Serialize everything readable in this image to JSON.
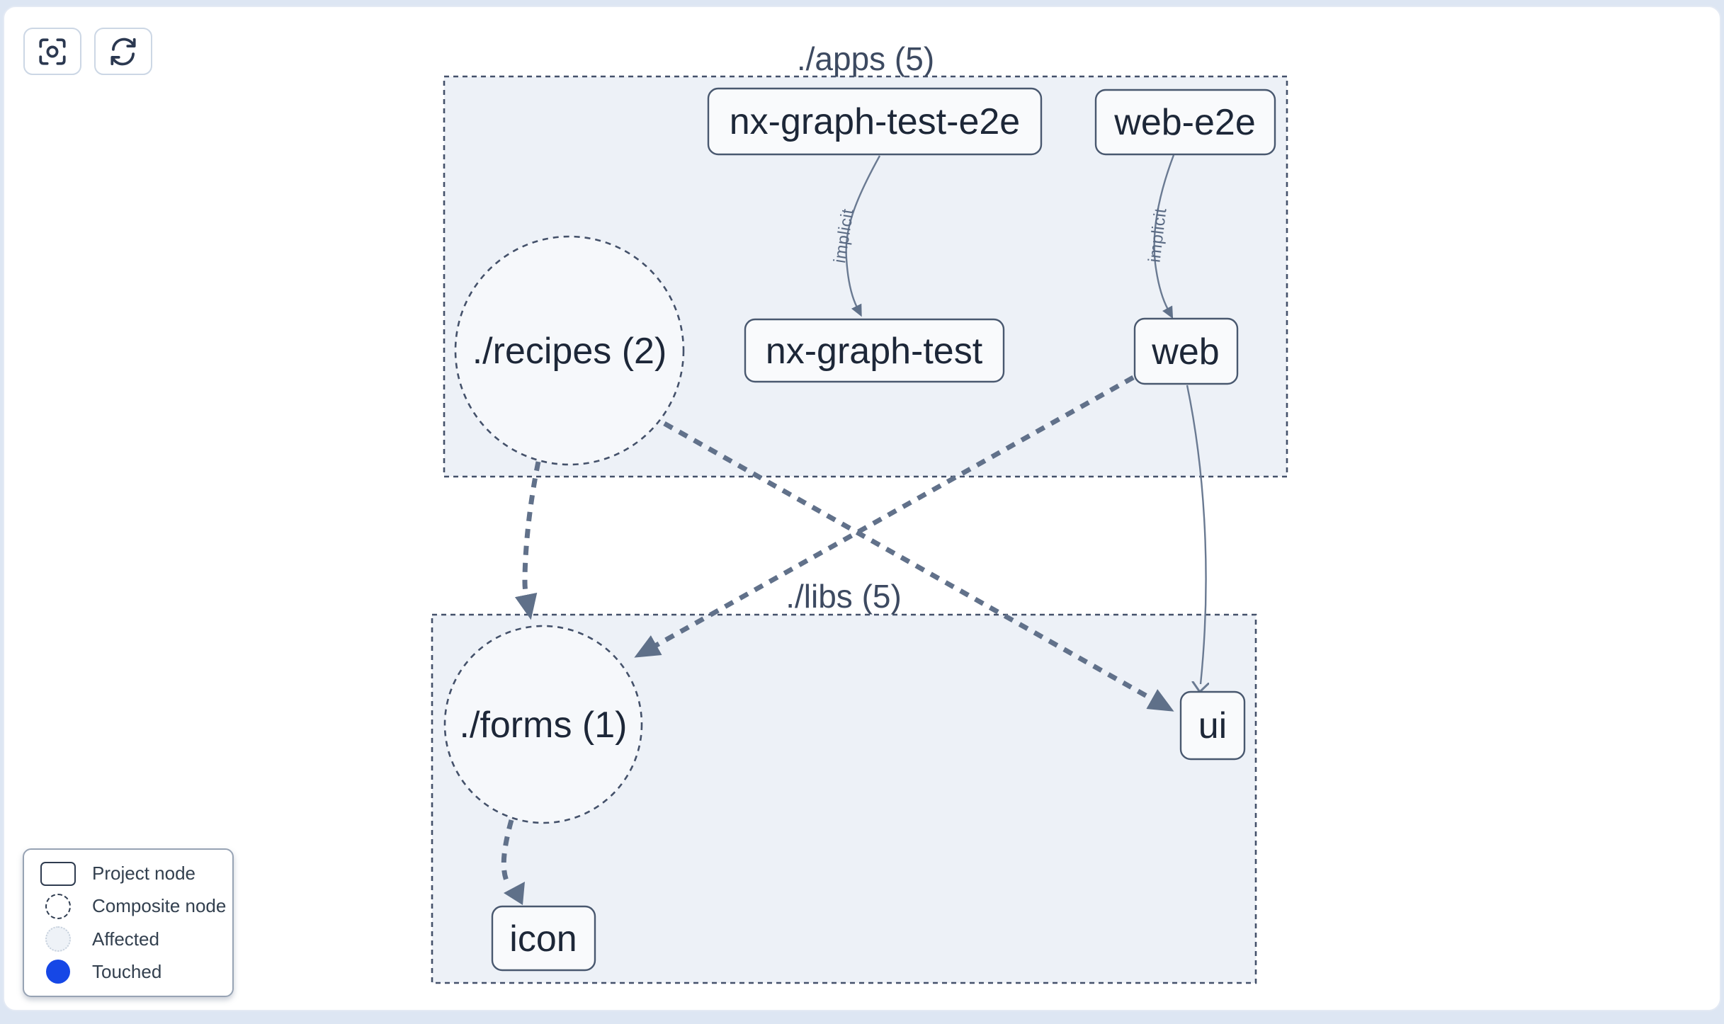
{
  "toolbar": {
    "buttons": [
      {
        "name": "center-graph",
        "icon": "focus-target-icon"
      },
      {
        "name": "refresh-graph",
        "icon": "refresh-icon"
      }
    ]
  },
  "graph": {
    "groups": {
      "apps": {
        "label": "./apps (5)"
      },
      "libs": {
        "label": "./libs (5)"
      }
    },
    "nodes": {
      "nx_graph_test_e2e": {
        "label": "nx-graph-test-e2e",
        "type": "project"
      },
      "web_e2e": {
        "label": "web-e2e",
        "type": "project"
      },
      "recipes": {
        "label": "./recipes (2)",
        "type": "composite"
      },
      "nx_graph_test": {
        "label": "nx-graph-test",
        "type": "project"
      },
      "web": {
        "label": "web",
        "type": "project"
      },
      "forms": {
        "label": "./forms (1)",
        "type": "composite"
      },
      "ui": {
        "label": "ui",
        "type": "project"
      },
      "icon": {
        "label": "icon",
        "type": "project"
      }
    },
    "implicit_label": "implicit",
    "edges": [
      {
        "from": "nx-graph-test-e2e",
        "to": "nx-graph-test",
        "style": "solid",
        "label": "implicit"
      },
      {
        "from": "web-e2e",
        "to": "web",
        "style": "solid",
        "label": "implicit"
      },
      {
        "from": "./recipes (2)",
        "to": "./forms (1)",
        "style": "dashed"
      },
      {
        "from": "./recipes (2)",
        "to": "ui",
        "style": "dashed"
      },
      {
        "from": "web",
        "to": "./forms (1)",
        "style": "dashed"
      },
      {
        "from": "web",
        "to": "ui",
        "style": "solid"
      },
      {
        "from": "./forms (1)",
        "to": "icon",
        "style": "dashed"
      }
    ]
  },
  "legend": {
    "items": [
      {
        "label": "Project node",
        "swatch": "project"
      },
      {
        "label": "Composite node",
        "swatch": "composite"
      },
      {
        "label": "Affected",
        "swatch": "affected"
      },
      {
        "label": "Touched",
        "swatch": "touched"
      }
    ],
    "colors": {
      "touched": "#1647e6",
      "affected_fill": "#eef2f7",
      "group_border": "#44516a",
      "edge": "#61718a"
    }
  }
}
